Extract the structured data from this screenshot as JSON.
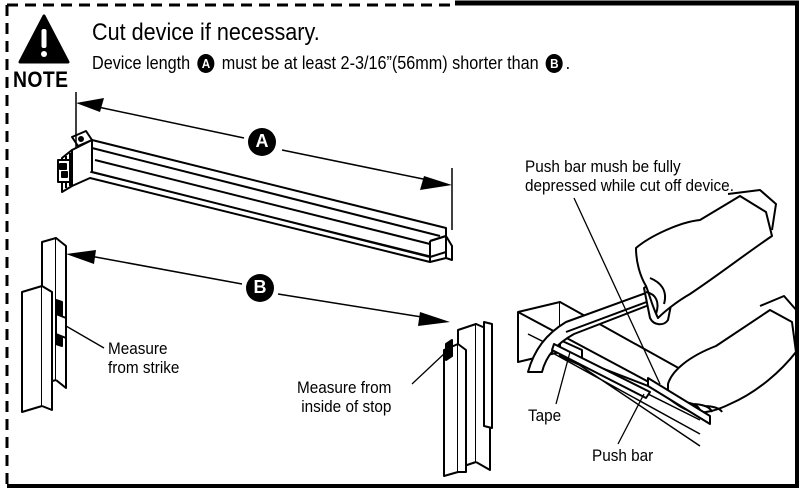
{
  "note": {
    "label": "NOTE",
    "title": "Cut device if necessary.",
    "subtitle": {
      "before": "Device length",
      "marker_a": "A",
      "middle": "must be at least 2-3/16”(56mm) shorter than",
      "marker_b": "B",
      "after": "."
    }
  },
  "diagram": {
    "marker_a": "A",
    "marker_b": "B",
    "measure_strike": [
      "Measure",
      "from strike"
    ],
    "measure_stop": [
      "Measure from",
      "inside of stop"
    ],
    "pushbar_note": [
      "Push bar mush be fully",
      "depressed while cut off device."
    ],
    "tape_label": "Tape",
    "pushbar_label": "Push bar"
  }
}
